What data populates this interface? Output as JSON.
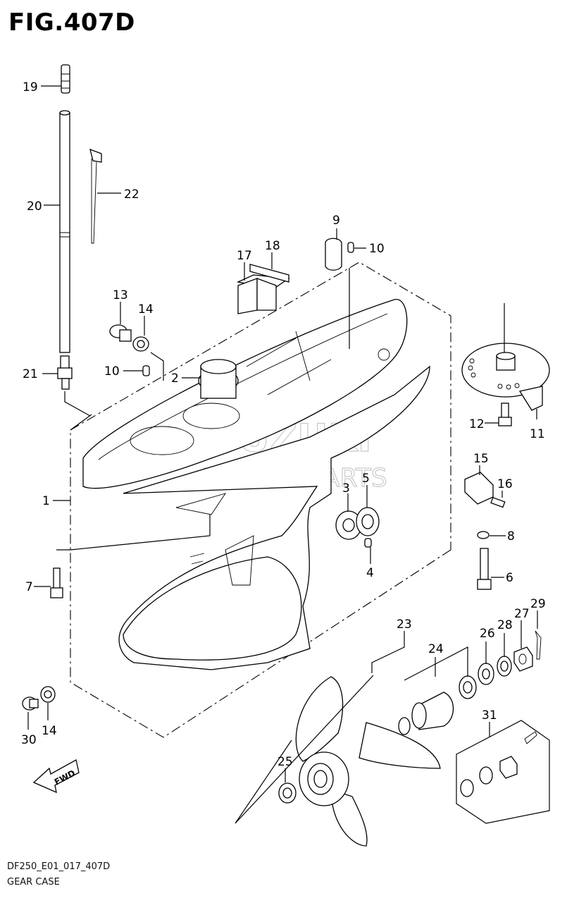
{
  "figure": {
    "title": "FIG.407D",
    "code": "DF250_E01_017_407D",
    "caption": "GEAR CASE"
  },
  "watermark": {
    "line1": "SUZUKI",
    "line2": "MARINE PARTS"
  },
  "fwd_label": "FWD",
  "callouts": [
    "19",
    "20",
    "22",
    "9",
    "10",
    "17",
    "18",
    "13",
    "14",
    "10",
    "2",
    "21",
    "12",
    "11",
    "15",
    "16",
    "1",
    "3",
    "5",
    "8",
    "4",
    "6",
    "7",
    "23",
    "24",
    "26",
    "28",
    "27",
    "29",
    "25",
    "31",
    "30",
    "14"
  ]
}
